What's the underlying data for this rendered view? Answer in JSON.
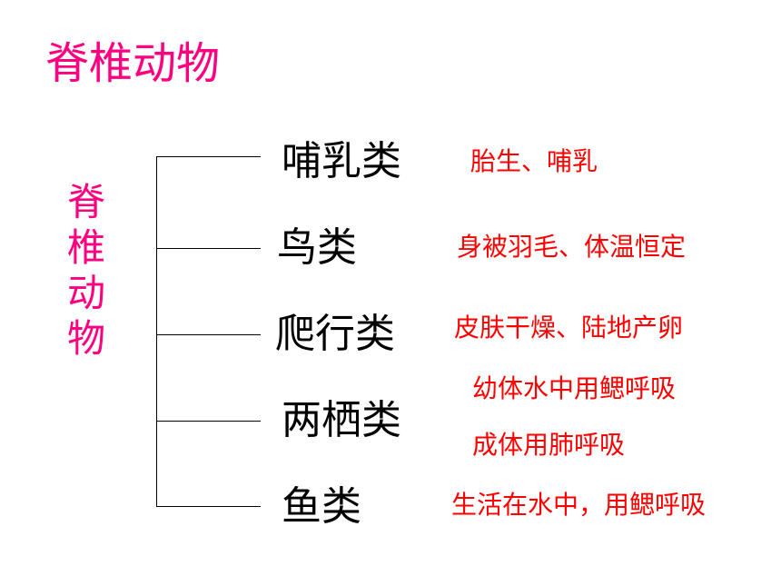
{
  "title": "脊椎动物",
  "vertical_label": "脊椎动物",
  "colors": {
    "title": "#ff0080",
    "category": "#000000",
    "description": "#ff0000",
    "lines": "#000000"
  },
  "categories": [
    {
      "name": "哺乳类",
      "descriptions": [
        "胎生、哺乳"
      ]
    },
    {
      "name": "鸟类",
      "descriptions": [
        "身被羽毛、体温恒定"
      ]
    },
    {
      "name": "爬行类",
      "descriptions": [
        "皮肤干燥、陆地产卵"
      ]
    },
    {
      "name": "两栖类",
      "descriptions": [
        "幼体水中用鳃呼吸",
        "成体用肺呼吸"
      ]
    },
    {
      "name": "鱼类",
      "descriptions": [
        "生活在水中，用鳃呼吸"
      ]
    }
  ]
}
